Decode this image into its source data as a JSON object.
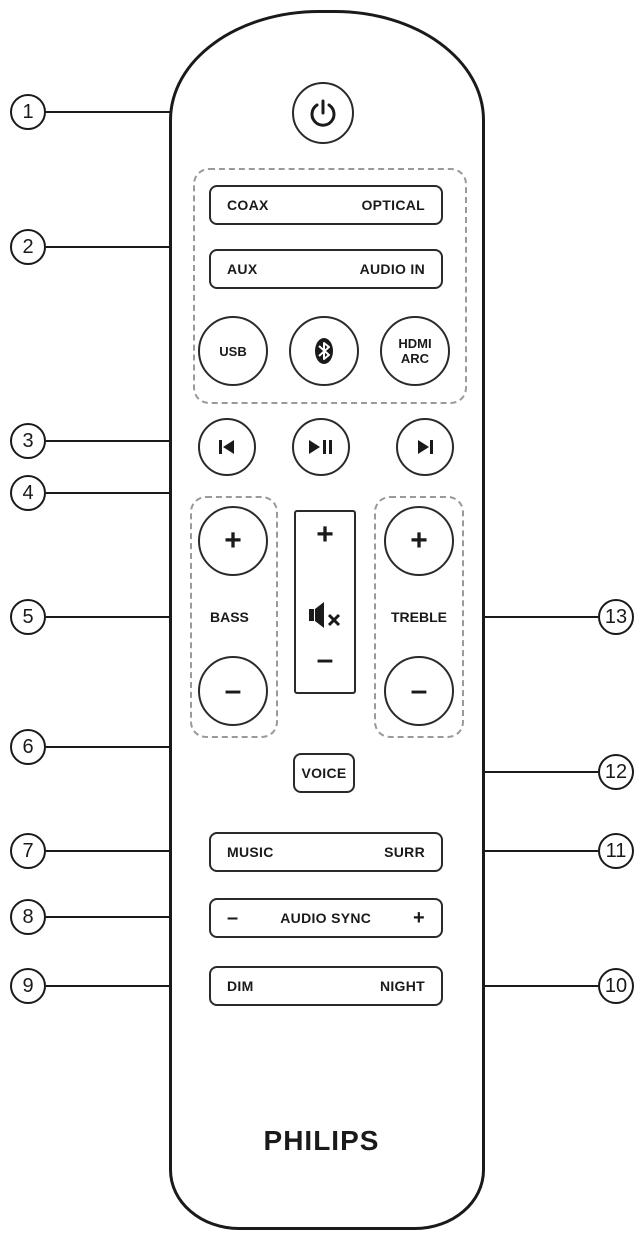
{
  "buttons": {
    "coax": "COAX",
    "optical": "OPTICAL",
    "aux": "AUX",
    "audio_in": "AUDIO IN",
    "usb": "USB",
    "hdmi_line1": "HDMI",
    "hdmi_line2": "ARC",
    "bass_plus": "+",
    "bass_minus": "–",
    "bass_label": "BASS",
    "vol_plus": "+",
    "vol_minus": "–",
    "treble_plus": "+",
    "treble_minus": "–",
    "treble_label": "TREBLE",
    "voice": "VOICE",
    "music": "MUSIC",
    "surr": "SURR",
    "sync_minus": "–",
    "audio_sync": "AUDIO SYNC",
    "sync_plus": "+",
    "dim": "DIM",
    "night": "NIGHT"
  },
  "brand": "PHILIPS",
  "callouts": [
    "1",
    "2",
    "3",
    "4",
    "5",
    "6",
    "7",
    "8",
    "9",
    "10",
    "11",
    "12",
    "13"
  ],
  "icons": {
    "power": "power-icon",
    "bluetooth": "bluetooth-icon",
    "previous": "previous-track-icon",
    "play_pause": "play-pause-icon",
    "next": "next-track-icon",
    "mute": "mute-icon"
  },
  "colors": {
    "line": "#1a1a1a",
    "dashed_zone": "#9a9a9a"
  }
}
